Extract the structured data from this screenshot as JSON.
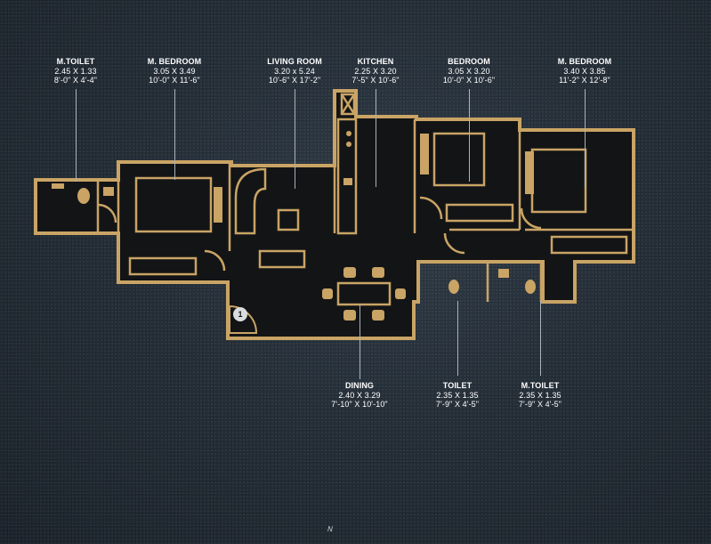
{
  "colors": {
    "background": "#27313b",
    "wall": "#c9a465",
    "floor": "#131416",
    "furniture": "#c9a465",
    "text": "#ffffff"
  },
  "rooms": [
    {
      "id": "m-toilet-1",
      "name": "M.TOILET",
      "metric": "2.45 X 1.33",
      "imperial": "8'-0\" X 4'-4\""
    },
    {
      "id": "m-bedroom-1",
      "name": "M. BEDROOM",
      "metric": "3.05 X 3.49",
      "imperial": "10'-0\" X 11'-6\""
    },
    {
      "id": "living-room",
      "name": "LIVING ROOM",
      "metric": "3.20 x 5.24",
      "imperial": "10'-6\" X 17'-2\""
    },
    {
      "id": "kitchen",
      "name": "KITCHEN",
      "metric": "2.25 X 3.20",
      "imperial": "7'-5\" X 10'-6\""
    },
    {
      "id": "bedroom",
      "name": "BEDROOM",
      "metric": "3.05 X 3.20",
      "imperial": "10'-0\" X 10'-6\""
    },
    {
      "id": "m-bedroom-2",
      "name": "M. BEDROOM",
      "metric": "3.40 X 3.85",
      "imperial": "11'-2\" X 12'-8\""
    },
    {
      "id": "dining",
      "name": "DINING",
      "metric": "2.40 X 3.29",
      "imperial": "7'-10\" X 10'-10\""
    },
    {
      "id": "toilet",
      "name": "TOILET",
      "metric": "2.35 X 1.35",
      "imperial": "7'-9\" X 4'-5\""
    },
    {
      "id": "m-toilet-2",
      "name": "M.TOILET",
      "metric": "2.35 X 1.35",
      "imperial": "7'-9\" X 4'-5\""
    }
  ],
  "entrance_marker": "1",
  "north_marker": "N"
}
